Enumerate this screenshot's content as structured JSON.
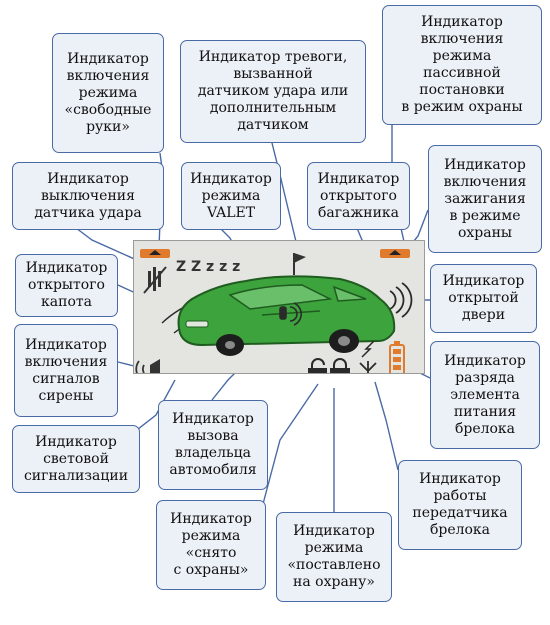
{
  "labels": {
    "passive_arming": [
      "Индикатор",
      "включения",
      "режима",
      "пассивной",
      "постановки",
      "в режим охраны"
    ],
    "handsfree": [
      "Индикатор",
      "включения",
      "режима",
      "«свободные",
      "руки»"
    ],
    "alarm_shock": [
      "Индикатор тревоги,",
      "вызванной",
      "датчиком удара или",
      "дополнительным",
      "датчиком"
    ],
    "shock_off": [
      "Индикатор",
      "выключения",
      "датчика удара"
    ],
    "valet": [
      "Индикатор",
      "режима",
      "VALET"
    ],
    "trunk": [
      "Индикатор",
      "открытого",
      "багажника"
    ],
    "ignition": [
      "Индикатор",
      "включения",
      "зажигания",
      "в режиме",
      "охраны"
    ],
    "hood": [
      "Индикатор",
      "открытого",
      "капота"
    ],
    "door": [
      "Индикатор",
      "открытой",
      "двери"
    ],
    "siren": [
      "Индикатор",
      "включения",
      "сигналов",
      "сирены"
    ],
    "battery": [
      "Индикатор",
      "разряда",
      "элемента",
      "питания",
      "брелока"
    ],
    "light_signal": [
      "Индикатор",
      "световой",
      "сигнализации"
    ],
    "owner_call": [
      "Индикатор",
      "вызова",
      "владельца",
      "автомобиля"
    ],
    "transmitter": [
      "Индикатор",
      "работы",
      "передатчика",
      "брелока"
    ],
    "disarmed": [
      "Индикатор",
      "режима",
      "«снято",
      "с охраны»"
    ],
    "armed": [
      "Индикатор",
      "режима",
      "«поставлено",
      "на охрану»"
    ]
  },
  "icons": {
    "sleep": "Z Z z z z",
    "names": [
      "sleep-icon",
      "car-icon",
      "siren-wave-icon",
      "door-wave-icon",
      "shock-off-icon",
      "lock-open-icon",
      "lock-closed-icon",
      "antenna-icon",
      "battery-icon",
      "hood-icon",
      "light-icon",
      "owner-call-icon",
      "alarm-flag-icon"
    ]
  },
  "colors": {
    "box_fill": "#ecf0f7",
    "box_border": "#4a6aa6",
    "panel": "#e4e4e0",
    "car": "#3da33d",
    "battery": "#e07a2c"
  }
}
